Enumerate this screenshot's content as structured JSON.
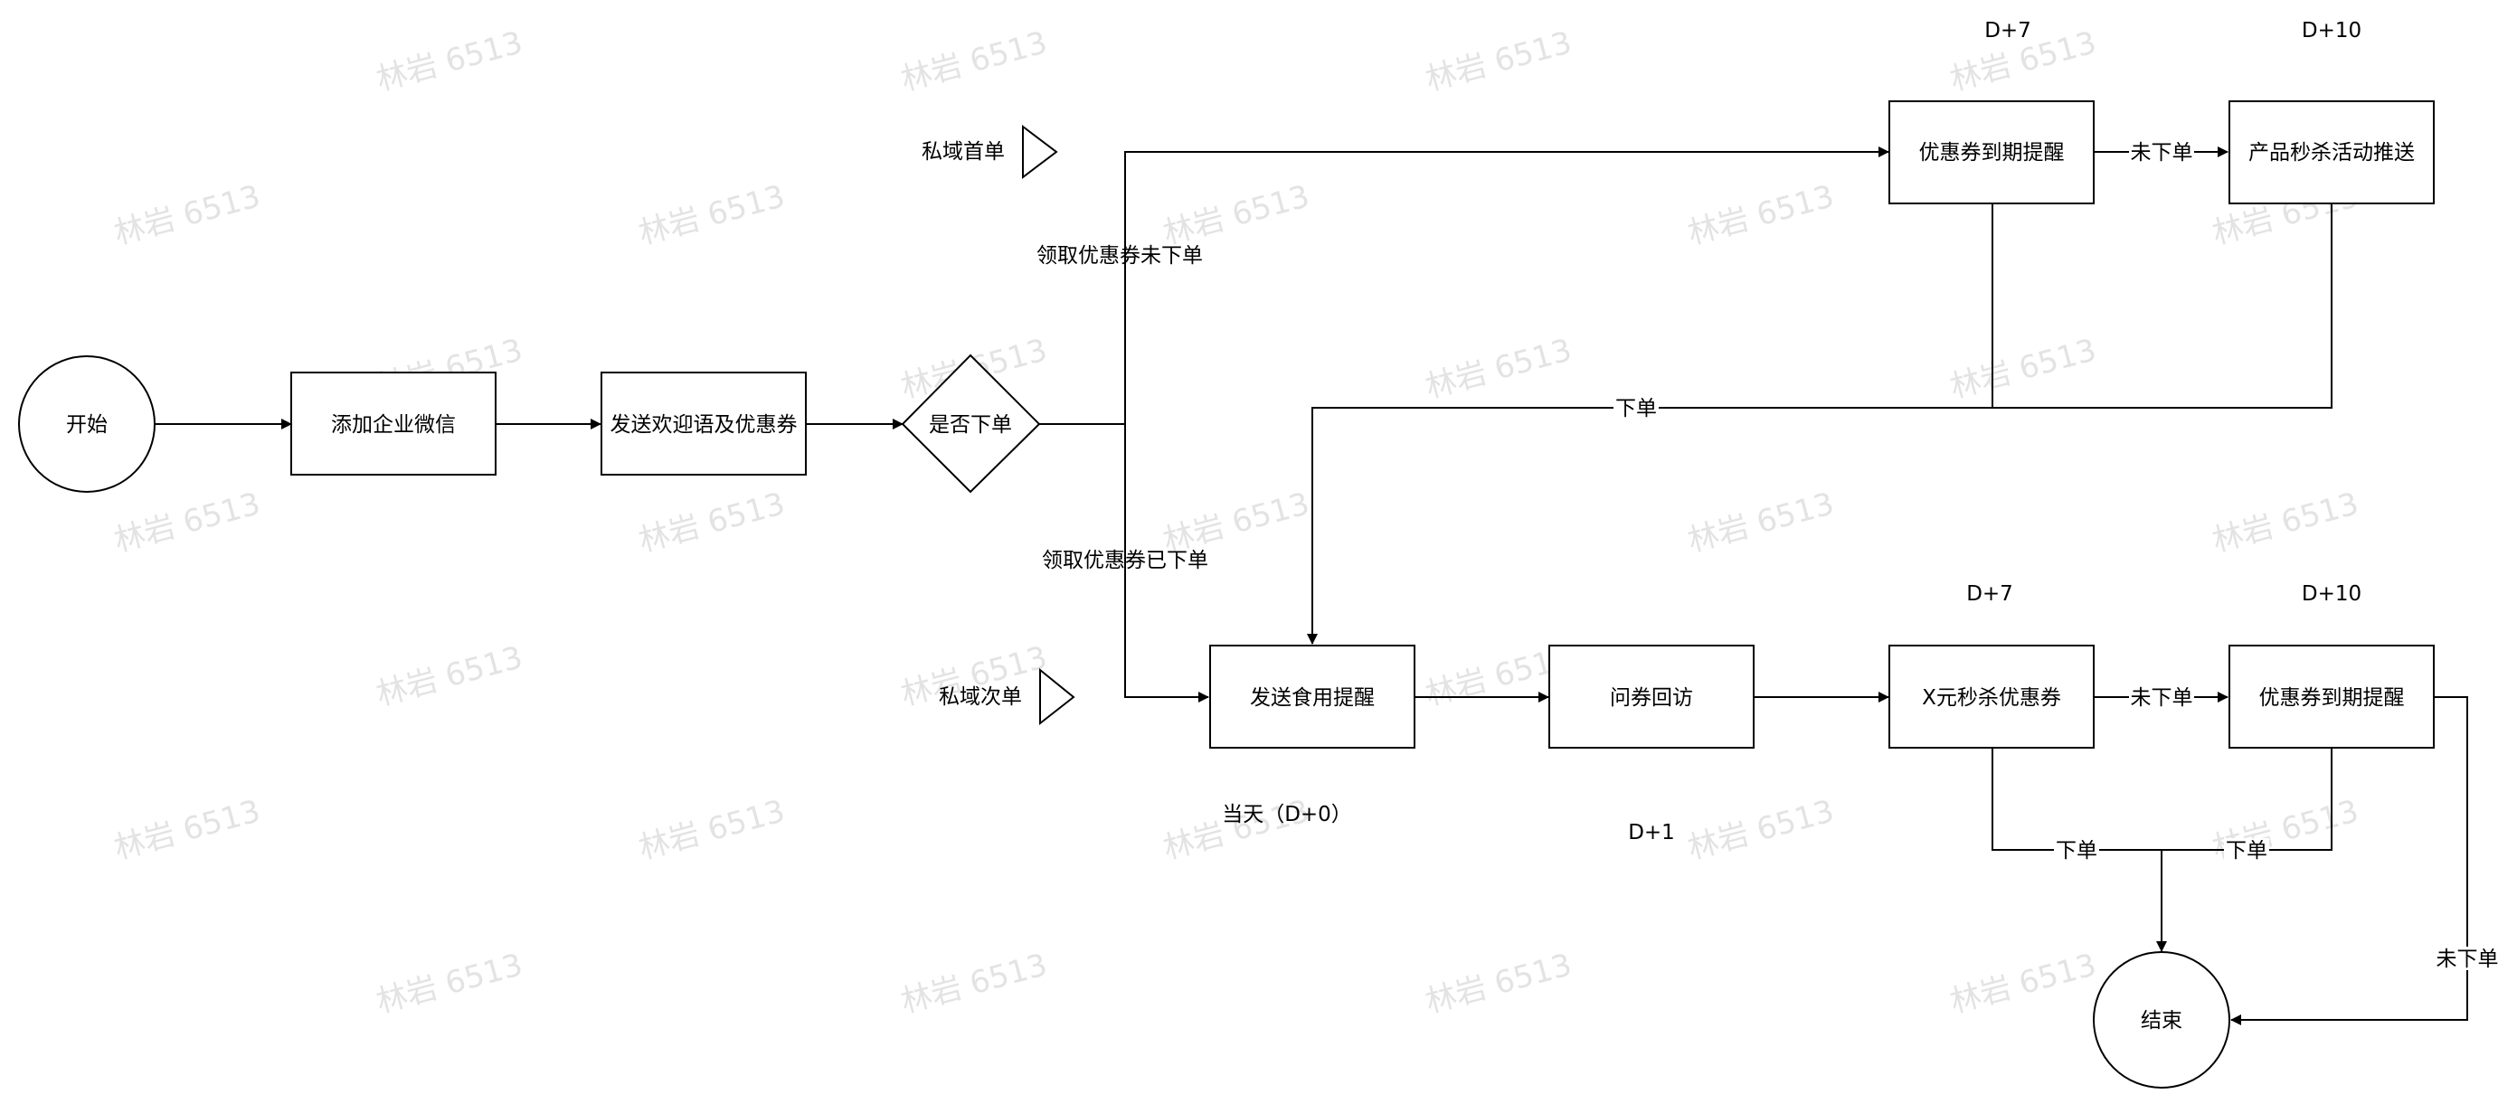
{
  "watermark": "林岩 6513",
  "nodes": {
    "start": "开始",
    "add_wechat": "添加企业微信",
    "send_welcome": "发送欢迎语及优惠券",
    "decision": "是否下单",
    "coupon_expire_top": "优惠券到期提醒",
    "flash_sale_push": "产品秒杀活动推送",
    "send_usage_reminder": "发送食用提醒",
    "survey_visit": "问券回访",
    "x_flash_coupon": "X元秒杀优惠券",
    "coupon_expire_bottom": "优惠券到期提醒",
    "end": "结束"
  },
  "flags": {
    "private_first_order": "私域首单",
    "private_repeat_order": "私域次单"
  },
  "edge_labels": {
    "coupon_not_ordered": "领取优惠券未下单",
    "coupon_ordered": "领取优惠券已下单",
    "top_not_ordered": "未下单",
    "ordered_top": "下单",
    "bottom_not_ordered": "未下单",
    "ordered_left": "下单",
    "ordered_right": "下单",
    "not_ordered_end": "未下单"
  },
  "timeline": {
    "top_d7": "D+7",
    "top_d10": "D+10",
    "bottom_d7": "D+7",
    "bottom_d10": "D+10",
    "same_day": "当天（D+0）",
    "d1": "D+1"
  }
}
